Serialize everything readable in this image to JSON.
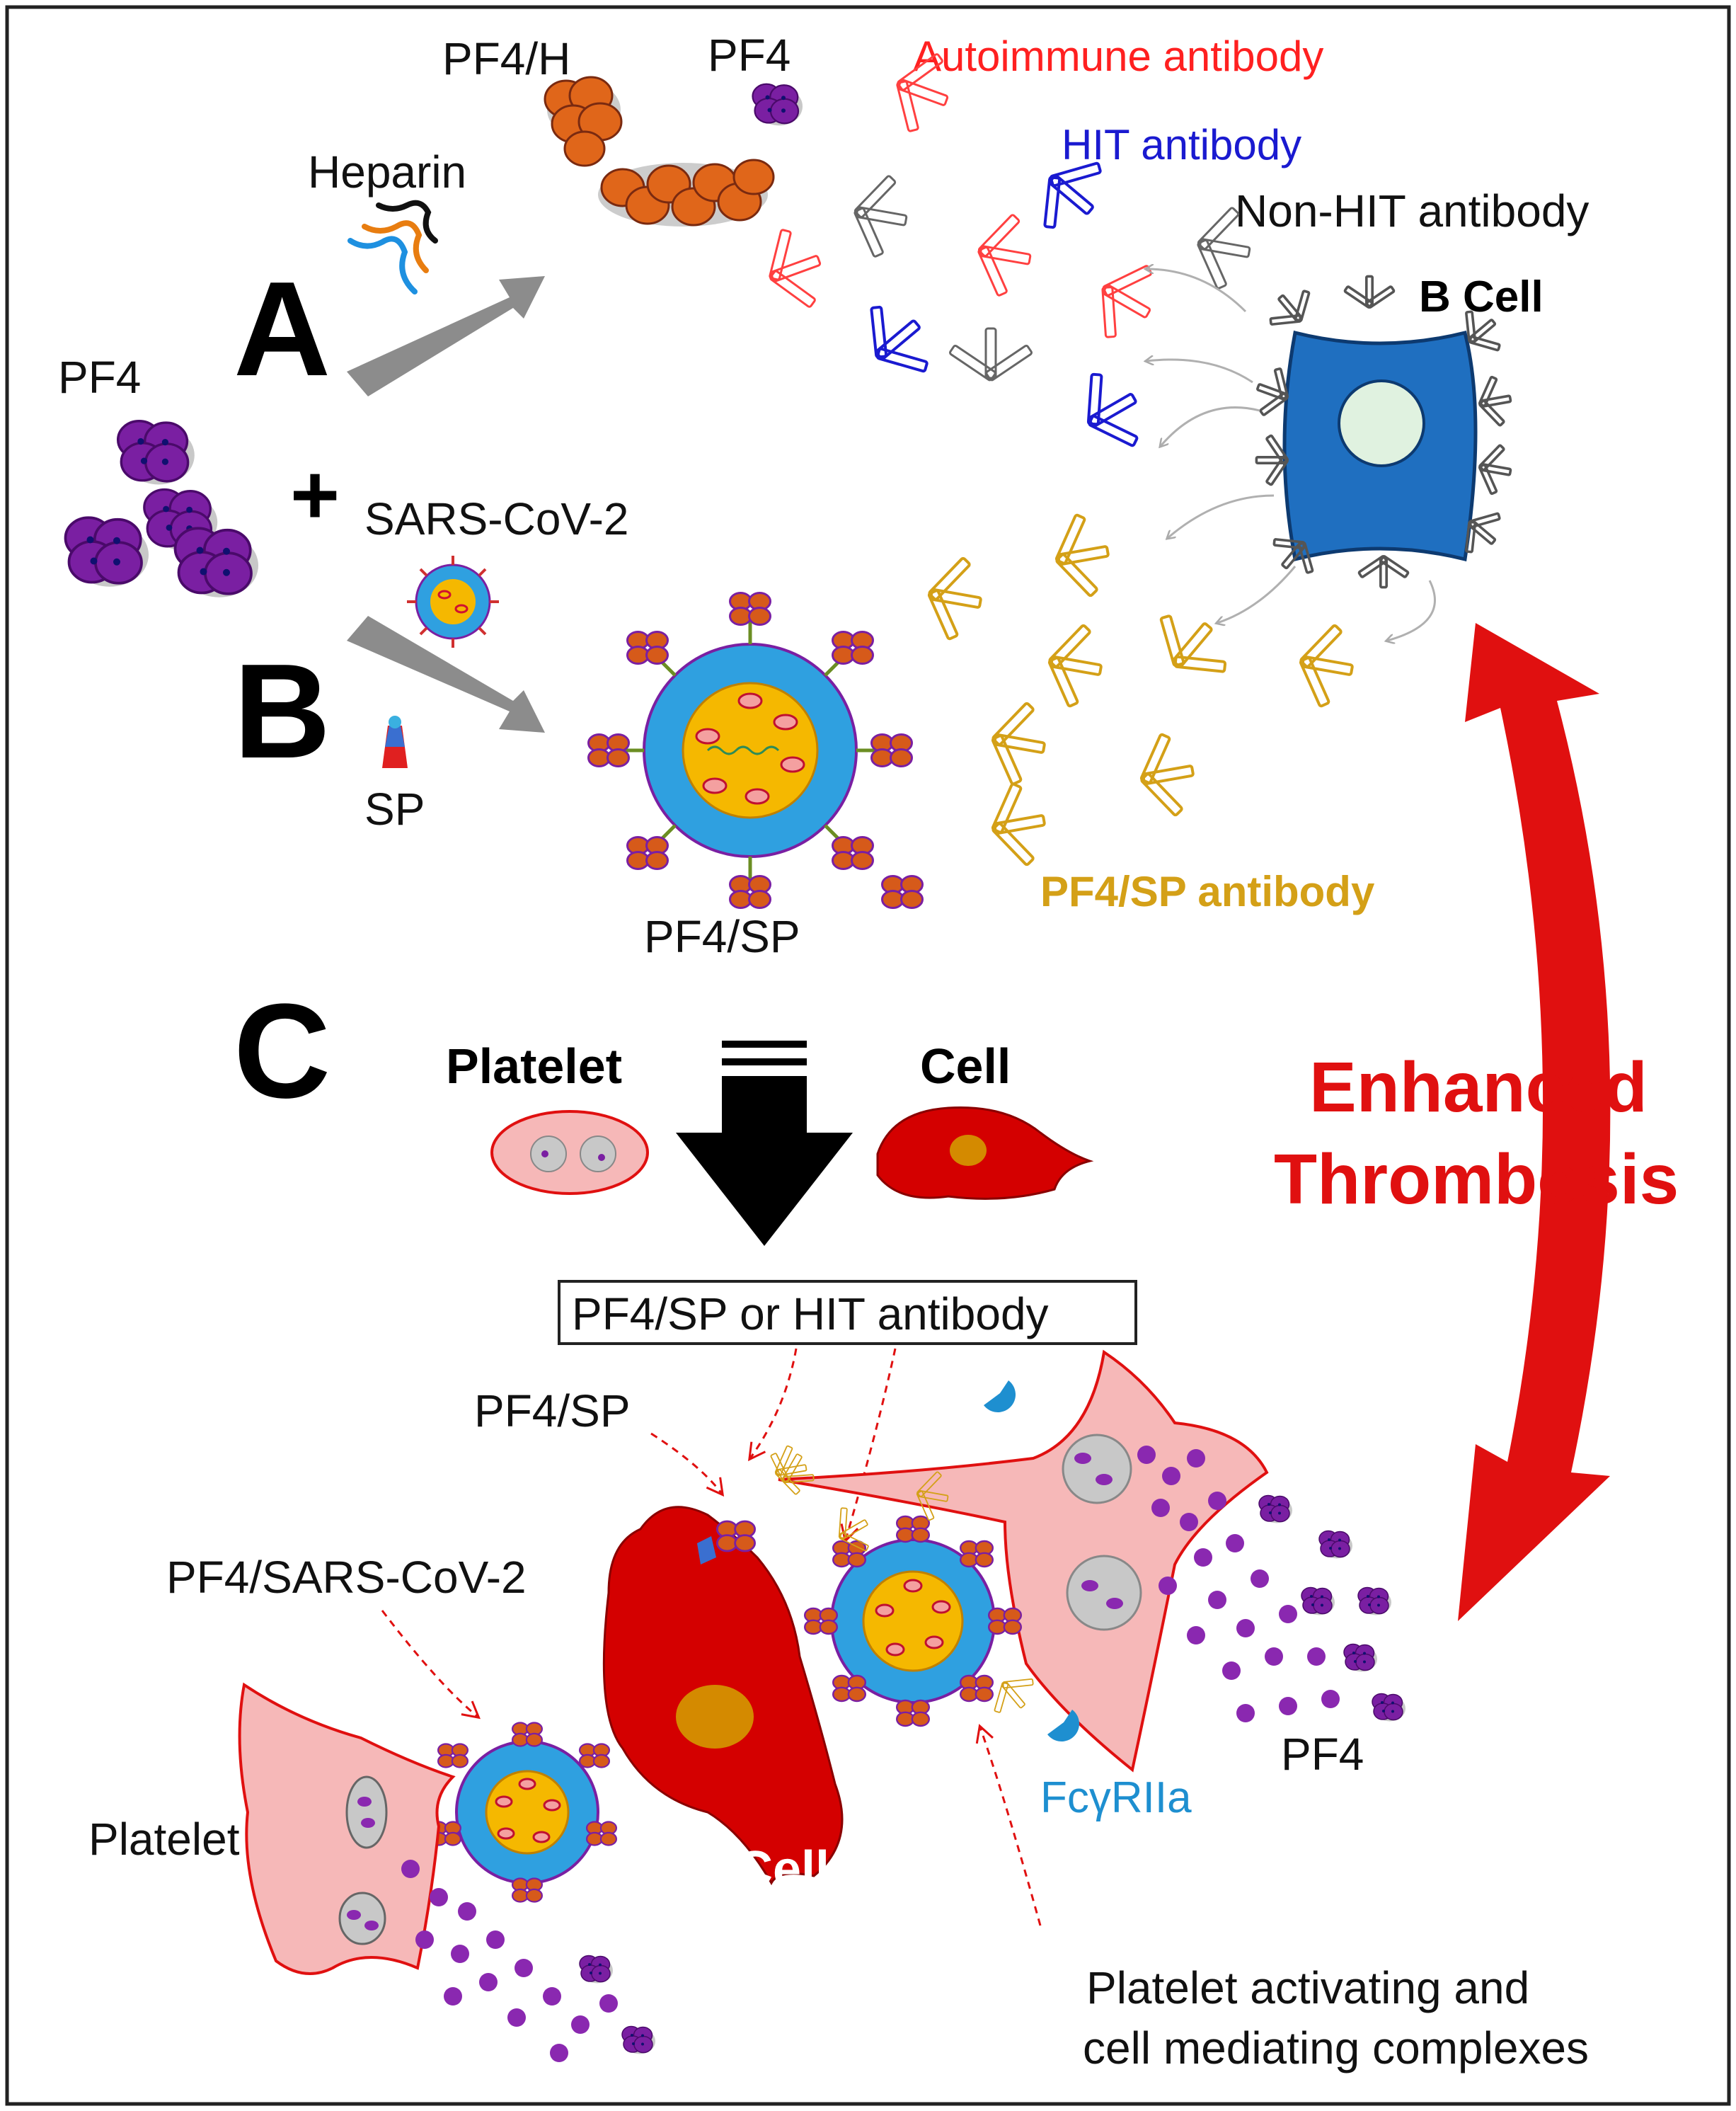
{
  "panels": {
    "a": "A",
    "b": "B",
    "c": "C"
  },
  "labels": {
    "pf4_h": "PF4/H",
    "pf4_top": "PF4",
    "heparin": "Heparin",
    "pf4_left": "PF4",
    "plus": "+",
    "sars": "SARS-CoV-2",
    "sp": "SP",
    "pf4_sp_complex": "PF4/SP",
    "platelet_c": "Platelet",
    "cell_c": "Cell",
    "box": "PF4/SP or HIT antibody",
    "pf4_sp_lower": "PF4/SP",
    "pf4_sars": "PF4/SARS-CoV-2",
    "platelet_bottom": "Platelet",
    "cell_bottom": "Cell",
    "pf4_right": "PF4",
    "fcgr": "FcγRIIa",
    "activating_1": "Platelet activating and",
    "activating_2": "cell mediating complexes",
    "enhanced": "Enhanced",
    "thrombosis": "Thrombosis"
  },
  "antibodies": {
    "autoimmune": "Autoimmune antibody",
    "hit": "HIT antibody",
    "non_hit": "Non-HIT antibody",
    "b_cell": "B Cell",
    "pf4_sp": "PF4/SP antibody"
  },
  "colors": {
    "autoimmune": "#ff2020",
    "hit": "#1a1ad0",
    "non_hit": "#7a7a7a",
    "pf4_sp_antibody": "#d4a017",
    "b_cell": "#1f6fc0",
    "pf4": "#7a1fa2",
    "pf4_heparin": "#e0661a",
    "red_arrow": "#e01010",
    "platelet": "#f6b8b8",
    "cell": "#d40000"
  },
  "icons": [
    "heparin-strands-icon",
    "sars-cov-2-virion-icon",
    "spike-protein-icon",
    "antibody-icon",
    "b-cell-icon",
    "fcgr-receptor-icon",
    "double-headed-arrow-icon"
  ]
}
